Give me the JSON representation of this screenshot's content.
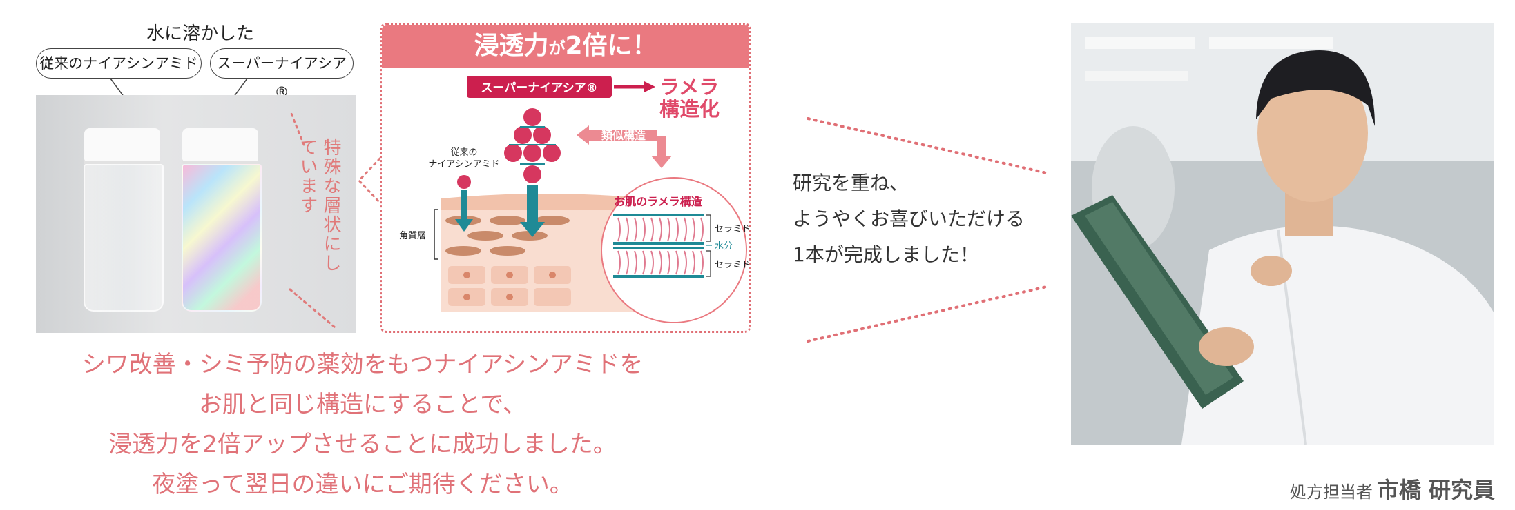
{
  "left_panel": {
    "caption": "水に溶かした",
    "pill_old": "従来のナイアシンアミド",
    "pill_new": "スーパーナイアシア®",
    "vertical_note": "特殊な層状にしています"
  },
  "diagram": {
    "header_part1": "浸透力",
    "header_part2": "が",
    "header_part3": "2倍に！",
    "super_label": "スーパーナイアシア®",
    "lamella_line1": "ラメラ",
    "lamella_line2": "構造化",
    "similar_label": "類似構造",
    "old_label_line1": "従来の",
    "old_label_line2": "ナイアシンアミド",
    "stratum_label": "角質層",
    "skin_lamella_title": "お肌のラメラ構造",
    "ceramide_top": "セラミド",
    "water_label": "水分",
    "ceramide_bottom": "セラミド"
  },
  "main_text": {
    "line1": "シワ改善・シミ予防の薬効をもつナイアシンアミドを",
    "line2": "お肌と同じ構造にすることで、",
    "line3": "浸透力を2倍アップさせることに成功しました。",
    "line4": "夜塗って翌日の違いにご期待ください。"
  },
  "quote": {
    "line1": "研究を重ね、",
    "line2": "ようやくお喜びいただける",
    "line3": "1本が完成しました！"
  },
  "credit": {
    "role": "処方担当者",
    "name": "市橋 研究員"
  },
  "colors": {
    "accent_pink": "#ea7980",
    "text_pink": "#e07278",
    "dark_red": "#cc1f4e",
    "teal": "#1f8a96"
  }
}
